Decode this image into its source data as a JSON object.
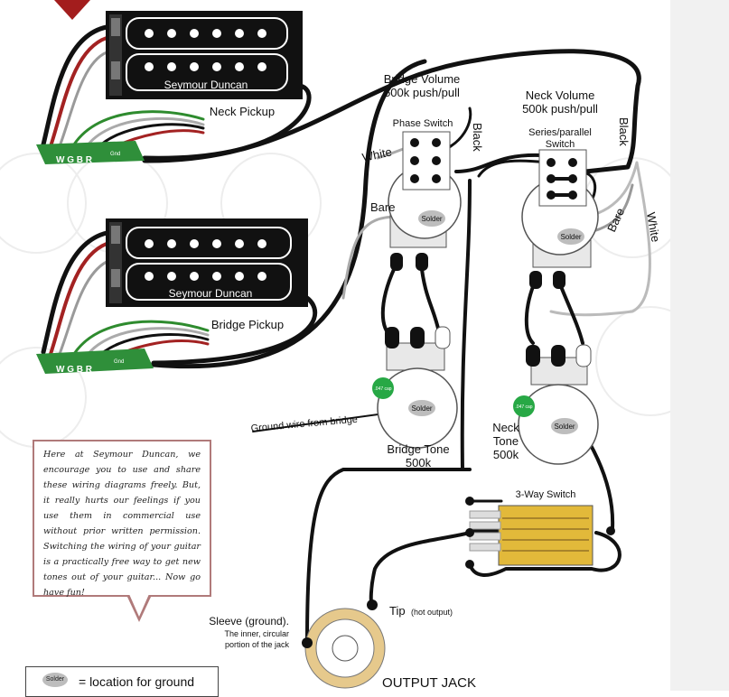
{
  "colors": {
    "wire_black": "#111111",
    "wire_red": "#a32222",
    "wire_green": "#2e8b2e",
    "wire_bare": "#9a9a9a",
    "board_green": "#2f8f3a",
    "switch_gold": "#e2b93a",
    "cap_green": "#27a845",
    "note_border": "#b07a7a",
    "corner_red": "#a31d1d"
  },
  "neck_pickup": {
    "brand": "Seymour Duncan",
    "label": "Neck Pickup",
    "terminals": "W G B R",
    "gnd": "Gnd"
  },
  "bridge_pickup": {
    "brand": "Seymour Duncan",
    "label": "Bridge Pickup",
    "terminals": "W G B R",
    "gnd": "Gnd"
  },
  "bridge_volume": {
    "title": "Bridge Volume",
    "spec": "500k push/pull",
    "switch": "Phase Switch"
  },
  "neck_volume": {
    "title": "Neck Volume",
    "spec": "500k push/pull",
    "switch_line1": "Series/parallel",
    "switch_line2": "Switch"
  },
  "wire_labels": {
    "white_left": "White",
    "black_left": "Black",
    "bare_left": "Bare",
    "black_right": "Black",
    "bare_right": "Bare",
    "white_right": "White"
  },
  "solder": "Solder",
  "cap_label": ".047 cap",
  "bridge_tone": {
    "line1": "Bridge Tone",
    "line2": "500k"
  },
  "neck_tone": {
    "line1": "Neck",
    "line2": "Tone",
    "line3": "500k"
  },
  "ground_wire": "Ground wire from bridge",
  "three_way": "3-Way Switch",
  "jack": {
    "tip": "Tip",
    "tip_note": "(hot output)",
    "sleeve": "Sleeve (ground).",
    "sleeve_note1": "The inner, circular",
    "sleeve_note2": "portion of the jack",
    "title": "OUTPUT JACK"
  },
  "note_text": "Here at Seymour Duncan, we encourage you to use and share these wiring diagrams freely. But, it really hurts our feelings if you use them in commercial use without prior written permission. Switching the wiring of your guitar is a practically free way to get new tones out of your guitar... Now go have fun!",
  "legend": {
    "blob": "Solder",
    "text": "= location for ground"
  }
}
